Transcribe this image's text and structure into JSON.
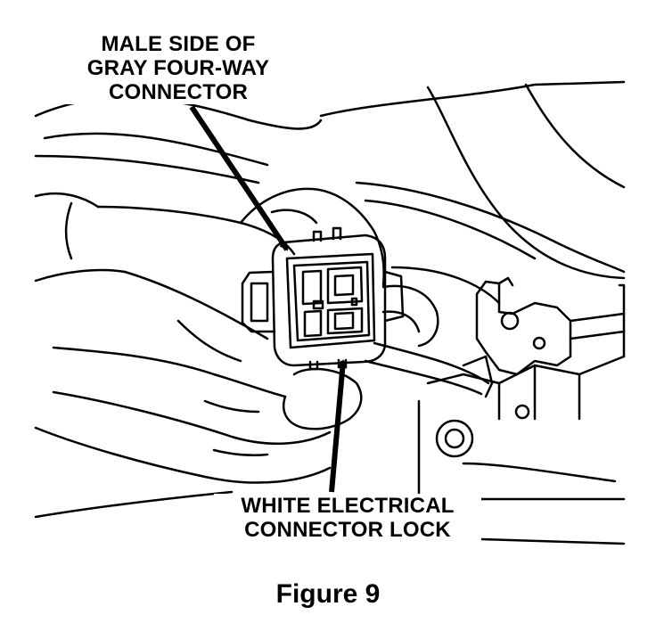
{
  "callouts": {
    "male_side": {
      "line1": "MALE SIDE OF",
      "line2": "GRAY FOUR-WAY",
      "line3": "CONNECTOR"
    },
    "connector_lock": {
      "line1": "WHITE ELECTRICAL",
      "line2": "CONNECTOR LOCK"
    }
  },
  "caption": "Figure 9",
  "colors": {
    "ink": "#000000",
    "paper": "#ffffff"
  }
}
